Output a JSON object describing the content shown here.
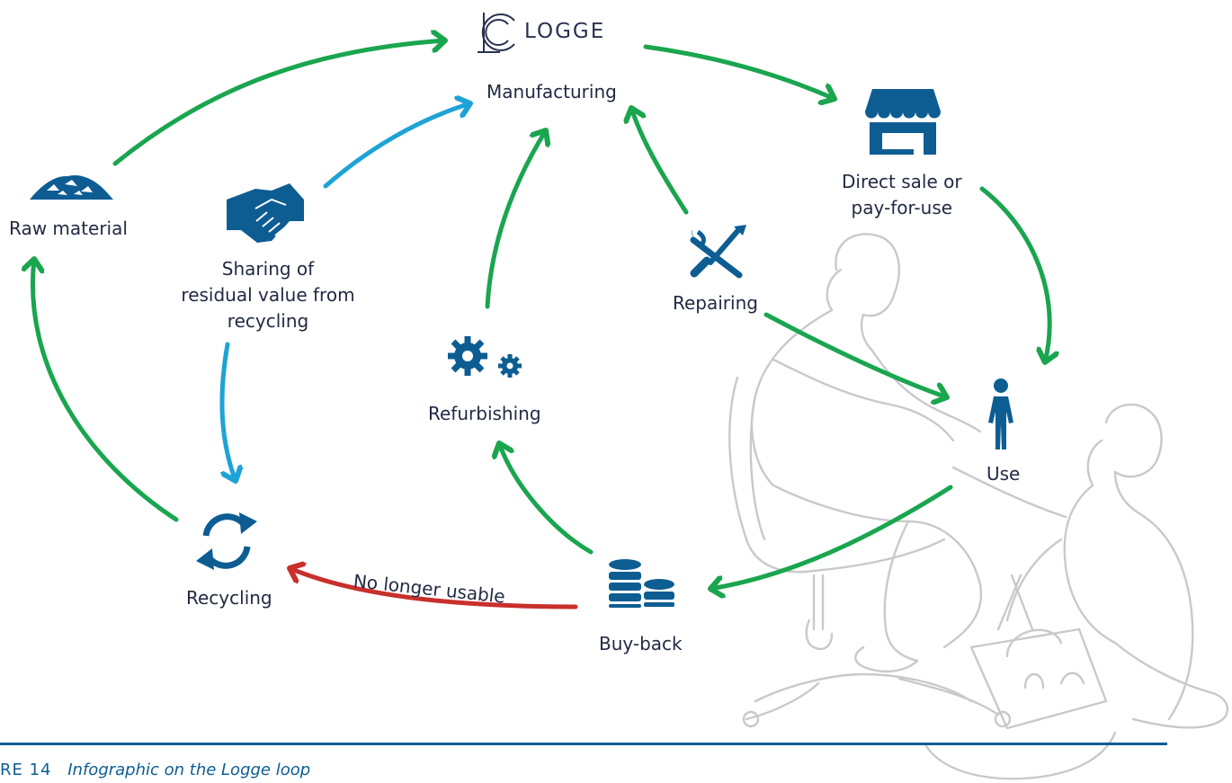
{
  "colors": {
    "green_arrow": "#1aa54f",
    "blue_arrow": "#1ea3d6",
    "red_arrow": "#c8302c",
    "icon_blue": "#0d5d93",
    "sketch_gray": "#c9c9c9",
    "caption": "#0d5d93"
  },
  "logo": {
    "text": "LOGGE",
    "icon": "logo-c-mark"
  },
  "nodes": {
    "manufacturing": {
      "label": "Manufacturing"
    },
    "sale": {
      "line1": "Direct sale or",
      "line2": "pay-for-use",
      "icon": "shop-icon"
    },
    "use": {
      "label": "Use",
      "icon": "person-icon"
    },
    "buyback": {
      "label": "Buy-back",
      "icon": "coins-icon"
    },
    "recycling": {
      "label": "Recycling",
      "icon": "recycle-icon"
    },
    "raw": {
      "label": "Raw material",
      "icon": "rock-pile-icon"
    },
    "sharing": {
      "line1": "Sharing of",
      "line2": "residual value from",
      "line3": "recycling",
      "icon": "handshake-icon"
    },
    "refurbishing": {
      "label": "Refurbishing",
      "icon": "gears-icon"
    },
    "repairing": {
      "label": "Repairing",
      "icon": "tools-icon"
    }
  },
  "arrow_labels": {
    "no_longer_usable": "No longer usable"
  },
  "caption": {
    "number": "RE 14",
    "title": "Infographic on the Logge loop"
  }
}
